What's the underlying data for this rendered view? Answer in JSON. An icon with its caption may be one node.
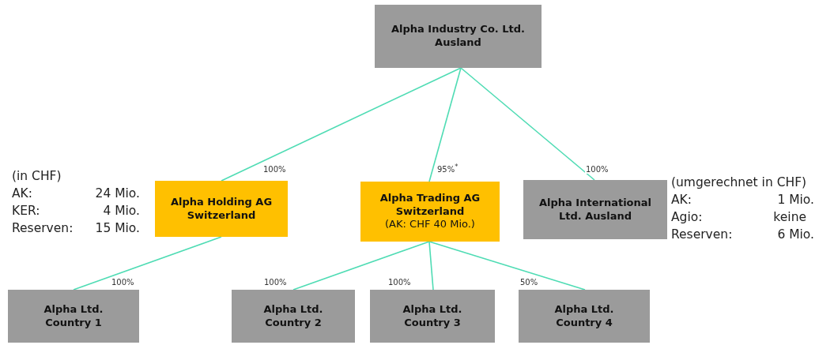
{
  "diagram": {
    "nodes": [
      {
        "text": [
          "Alpha Industry Co. Ltd. Ausland"
        ]
      },
      {
        "text": [
          "Alpha Holding AG Switzerland"
        ]
      },
      {
        "text": [
          "Alpha Trading AG Switzerland",
          "(AK: CHF 40 Mio.)"
        ]
      },
      {
        "text": [
          "Alpha International Ltd. Ausland"
        ]
      },
      {
        "text": [
          "Alpha Ltd. Country 1"
        ]
      },
      {
        "text": [
          "Alpha Ltd. Country 2"
        ]
      },
      {
        "text": [
          "Alpha Ltd. Country 3"
        ]
      },
      {
        "text": [
          "Alpha Ltd. Country 4"
        ]
      }
    ],
    "edges": [
      {
        "from": 0,
        "to": 1,
        "arrow": "none",
        "label": "100%"
      },
      {
        "from": 0,
        "to": 2,
        "arrow": "none",
        "label": "95%$^{*}$"
      },
      {
        "from": 0,
        "to": 3,
        "arrow": "none",
        "label": "100%"
      },
      {
        "from": 1,
        "to": 4,
        "arrow": "none",
        "label": "100%"
      },
      {
        "from": 2,
        "to": 5,
        "arrow": "none",
        "label": "100%"
      },
      {
        "from": 2,
        "to": 6,
        "arrow": "none",
        "label": "100%"
      },
      {
        "from": 2,
        "to": 7,
        "arrow": "none",
        "label": "50%"
      }
    ],
    "labels": [
      "(in CHF)",
      "AK:",
      "24 Mio.",
      "KER:",
      "4 Mio.",
      "Reserven:",
      "15 Mio.",
      "(umgerechnet in CHF)",
      "AK:",
      "1 Mio.",
      "Agio:",
      "keine",
      "Reserven:",
      "6 Mio."
    ]
  }
}
